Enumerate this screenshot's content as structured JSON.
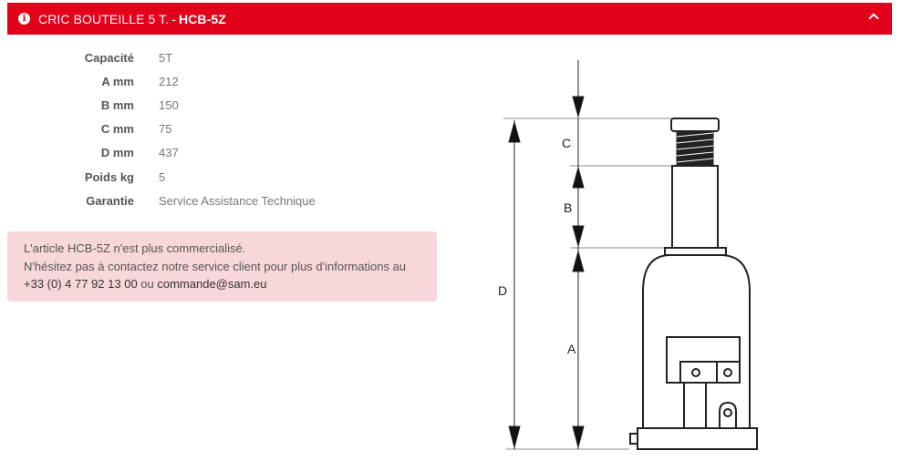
{
  "header": {
    "icon": "info-icon",
    "title_prefix": "CRIC BOUTEILLE 5 T.",
    "separator": "-",
    "title_code": "HCB-5Z",
    "collapse_icon": "chevron-up-icon",
    "accent_color": "#e2001a"
  },
  "specs": [
    {
      "label": "Capacité",
      "value": "5T"
    },
    {
      "label": "A mm",
      "value": "212"
    },
    {
      "label": "B mm",
      "value": "150"
    },
    {
      "label": "C mm",
      "value": "75"
    },
    {
      "label": "D mm",
      "value": "437"
    },
    {
      "label": "Poids kg",
      "value": "5"
    },
    {
      "label": "Garantie",
      "value": "Service Assistance Technique"
    }
  ],
  "alert": {
    "line1": "L'article HCB-5Z n'est plus commercialisé.",
    "line2": "N'hésitez pas à contactez notre service client pour plus d'informations au",
    "phone": "+33 (0) 4 77 92 13 00",
    "connector": " ou ",
    "email": "commande@sam.eu",
    "background_color": "#f8d7da"
  },
  "diagram": {
    "labels": {
      "a": "A",
      "b": "B",
      "c": "C",
      "d": "D"
    }
  }
}
